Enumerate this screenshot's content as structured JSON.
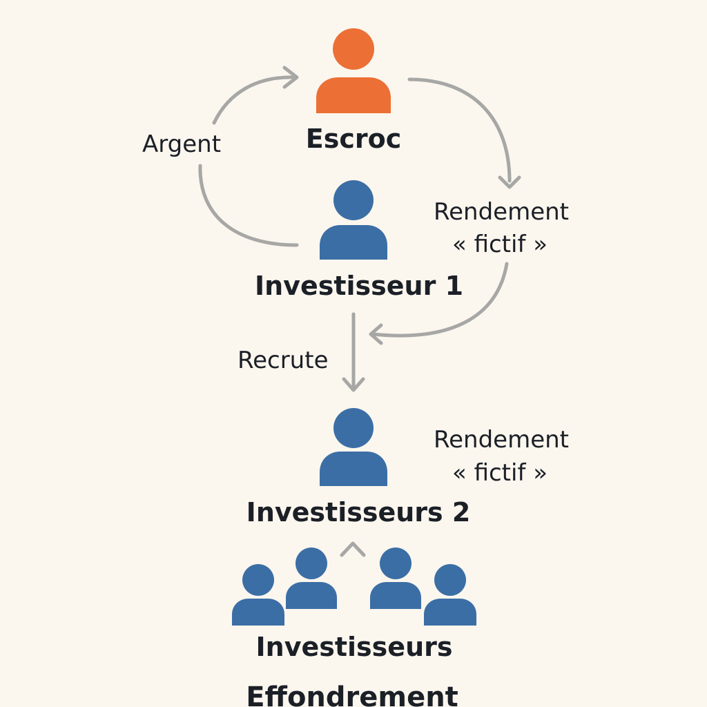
{
  "colors": {
    "background": "#fbf6ee",
    "fraudster": "#ec6f35",
    "investor": "#3b6ea5",
    "arrow": "#a7a7a5",
    "text": "#1b1f26"
  },
  "nodes": {
    "escroc": {
      "label": "Escroc",
      "icon": "person-icon"
    },
    "investisseur_1": {
      "label": "Investisseur 1",
      "icon": "person-icon"
    },
    "investisseurs_2": {
      "label": "Investisseurs 2",
      "icon": "person-icon"
    },
    "investisseurs": {
      "label": "Investisseurs",
      "icon": "people-group-icon"
    }
  },
  "edges": {
    "argent": {
      "label": "Argent"
    },
    "rendement_1": {
      "line1": "Rendement",
      "line2": "« fictif »"
    },
    "recrute": {
      "label": "Recrute"
    },
    "rendement_2": {
      "line1": "Rendement",
      "line2": "« fictif »"
    }
  },
  "footer": {
    "label": "Effondrement"
  }
}
